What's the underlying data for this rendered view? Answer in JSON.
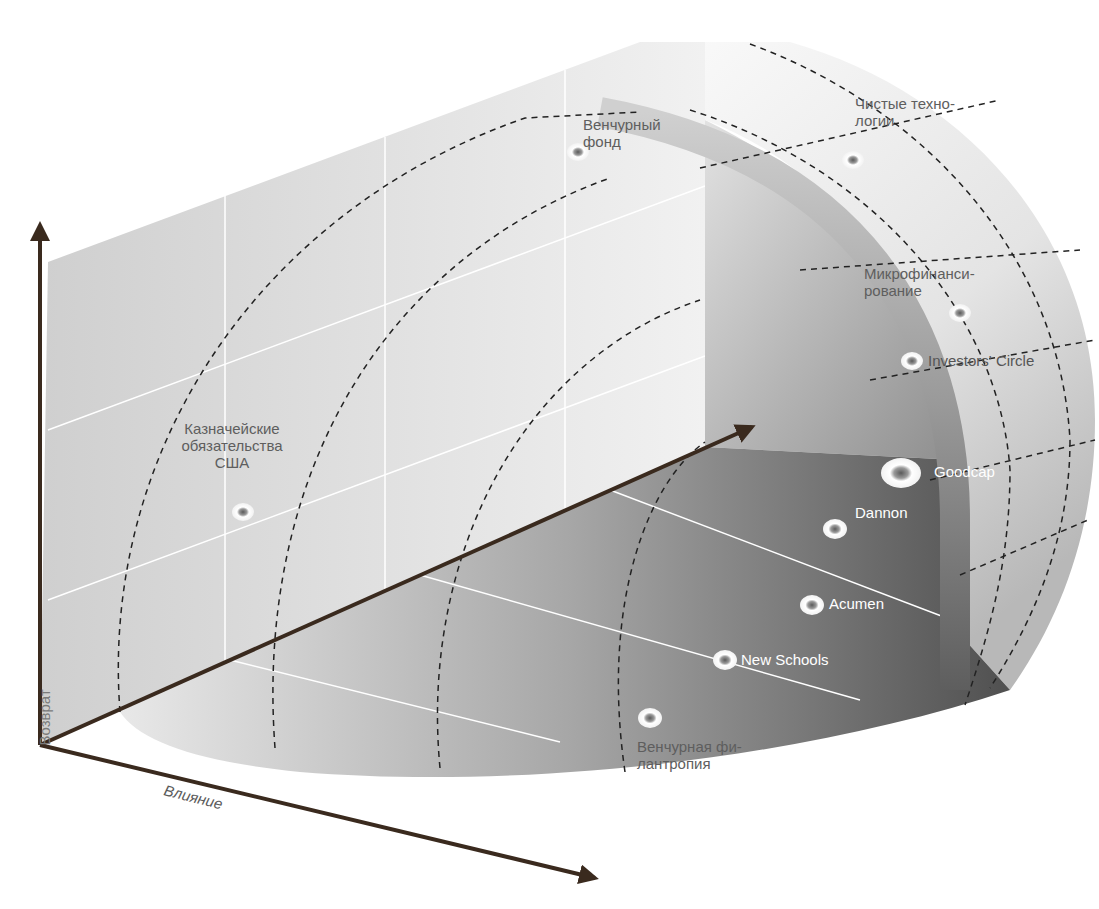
{
  "diagram": {
    "labels": [
      "Возврат",
      "Влияние",
      "Казначейские обязательства США",
      "Венчурный фонд",
      "Чистые техно- логии",
      "Микрофинанси- рование",
      "Investors' Circle",
      "Goodcap",
      "Dannon",
      "Acumen",
      "New Schools",
      "Венчурная фи- лантропия"
    ]
  }
}
